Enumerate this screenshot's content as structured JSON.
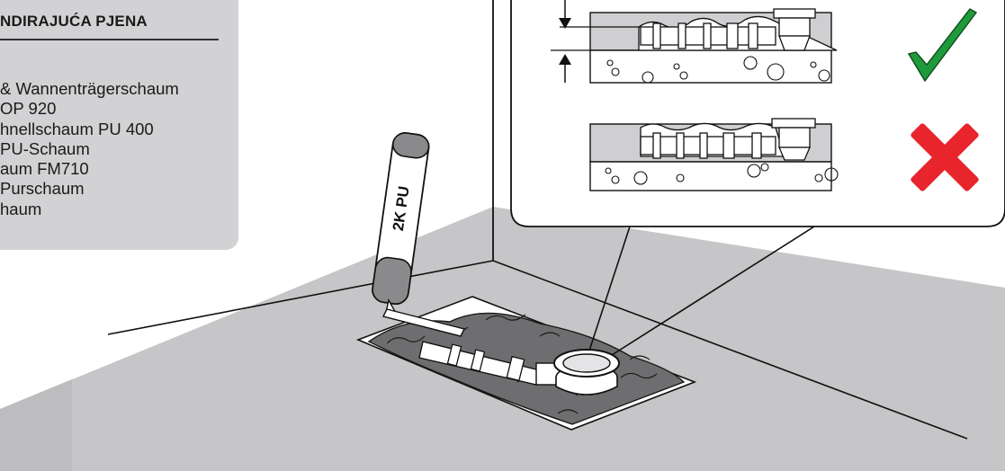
{
  "info_panel": {
    "title": "NDIRAJUĆA PJENA",
    "products": [
      "& Wannenträgerschaum",
      "OP 920",
      "hnellschaum PU 400",
      "PU-Schaum",
      "aum FM710",
      "Purschaum",
      "haum"
    ]
  },
  "can_label": "2K PU",
  "status": {
    "correct": "check",
    "incorrect": "cross"
  },
  "colors": {
    "panel": "#d2d2d4",
    "floor": "#c6c6c8",
    "foam": "#6e6e70",
    "check": "#1f9a3a",
    "cross": "#e8242c"
  }
}
